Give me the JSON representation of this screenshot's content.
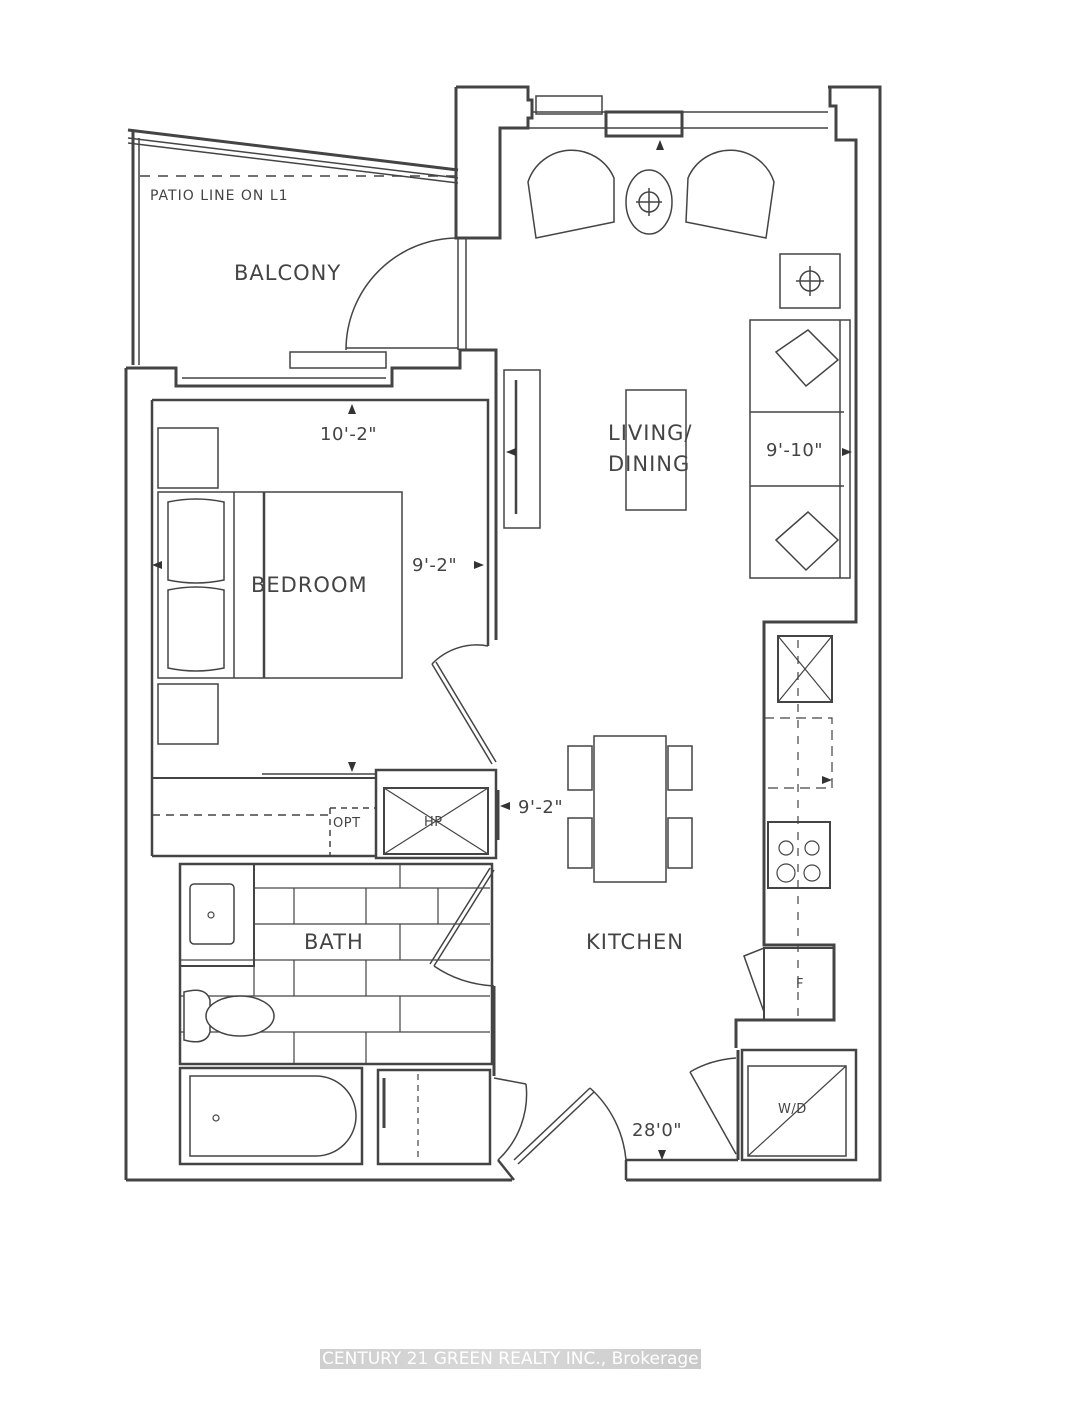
{
  "floorplan": {
    "rooms": {
      "balcony": "BALCONY",
      "living_dining_line1": "LIVING/",
      "living_dining_line2": "DINING",
      "bedroom": "BEDROOM",
      "bath": "BATH",
      "kitchen": "KITCHEN"
    },
    "dimensions": {
      "bedroom_width": "10'-2\"",
      "bedroom_depth": "9'-2\"",
      "living_width": "9'-10\"",
      "kitchen_width": "9'-2\"",
      "overall_length": "28'0\""
    },
    "notes": {
      "patio_line": "PATIO LINE ON L1"
    },
    "fixtures": {
      "heat_pump": "HP",
      "optional": "OPT",
      "fridge": "F",
      "washer_dryer": "W/D"
    },
    "colors": {
      "line": "#444444",
      "background": "#ffffff"
    }
  },
  "watermark": "CENTURY 21 GREEN REALTY INC., Brokerage"
}
